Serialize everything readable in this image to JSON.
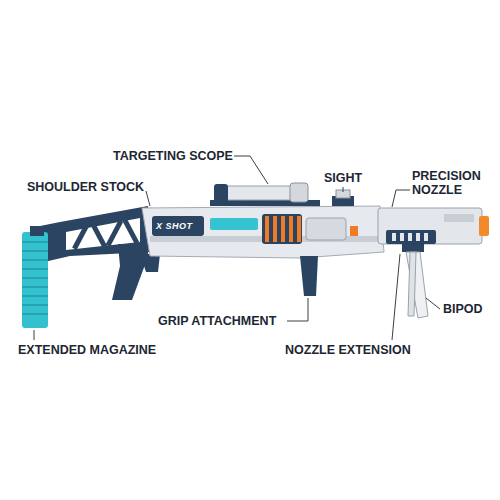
{
  "diagram": {
    "labels": [
      "TARGETING SCOPE",
      "SHOULDER STOCK",
      "SIGHT",
      "PRECISION NOZZLE",
      "BIPOD",
      "GRIP ATTACHMENT",
      "EXTENDED MAGAZINE",
      "NOZZLE EXTENSION",
      "X SHOT"
    ]
  }
}
